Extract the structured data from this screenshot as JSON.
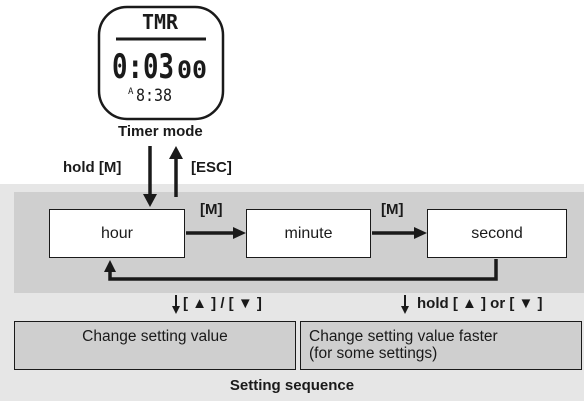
{
  "watch": {
    "mode_label": "TMR",
    "timer_value": "0:03",
    "timer_subseconds": "00",
    "time_prefix": "A",
    "time_value": "8:38"
  },
  "labels": {
    "timer_mode": "Timer mode",
    "hold_m": "hold [M]",
    "esc": "[ESC]",
    "m_1": "[M]",
    "m_2": "[M]",
    "up_down": "[ ▲ ] / [ ▼ ]",
    "hold_up_down": "hold [ ▲ ] or [ ▼ ]",
    "setting_sequence": "Setting sequence"
  },
  "steps": [
    "hour",
    "minute",
    "second"
  ],
  "actions": {
    "change": "Change setting value",
    "change_fast_line1": "Change setting value faster",
    "change_fast_line2": "(for some settings)"
  }
}
